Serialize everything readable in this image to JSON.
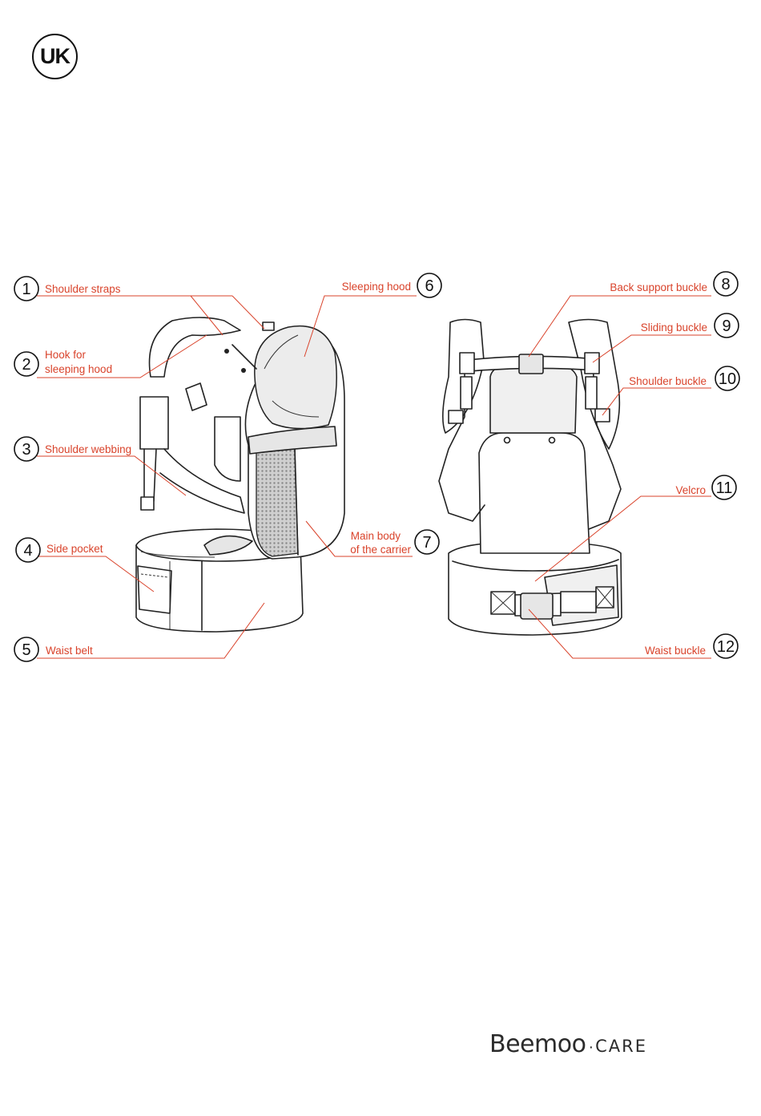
{
  "badge": {
    "text": "UK"
  },
  "labels": [
    {
      "n": "1",
      "text": "Shoulder straps"
    },
    {
      "n": "2",
      "text_line1": "Hook for",
      "text_line2": "sleeping hood"
    },
    {
      "n": "3",
      "text": "Shoulder webbing"
    },
    {
      "n": "4",
      "text": "Side pocket"
    },
    {
      "n": "5",
      "text": "Waist belt"
    },
    {
      "n": "6",
      "text": "Sleeping hood"
    },
    {
      "n": "7",
      "text_line1": "Main body",
      "text_line2": "of the carrier"
    },
    {
      "n": "8",
      "text": "Back support buckle"
    },
    {
      "n": "9",
      "text": "Sliding buckle"
    },
    {
      "n": "10",
      "text": "Shoulder buckle"
    },
    {
      "n": "11",
      "text": "Velcro"
    },
    {
      "n": "12",
      "text": "Waist buckle"
    }
  ],
  "brand": {
    "name": "Beemoo",
    "separator": "·",
    "suffix": "CARE"
  },
  "colors": {
    "label": "#d9432b",
    "line": "#222222",
    "background": "#ffffff"
  }
}
